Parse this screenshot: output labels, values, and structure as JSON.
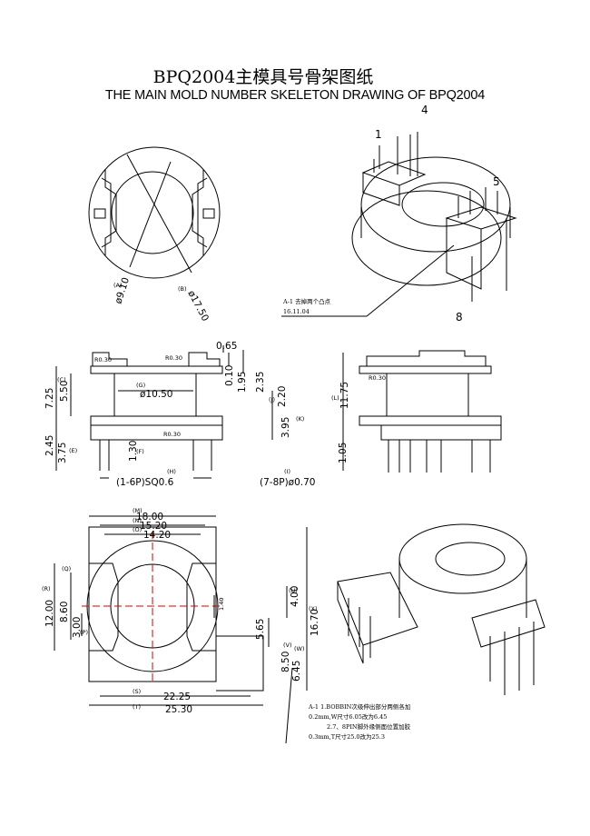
{
  "title": {
    "cn": "BPQ2004主模具号骨架图纸",
    "en": "THE MAIN MOLD NUMBER SKELETON DRAWING OF BPQ2004"
  },
  "top_view": {
    "dia_a": "ø9.10",
    "dia_b": "ø17.50",
    "ref_a": "(A)",
    "ref_b": "(B)"
  },
  "iso_top": {
    "pin1": "1",
    "pin4": "4",
    "pin5": "5",
    "pin8": "8",
    "note_line1": "A-1 去掉两个凸点",
    "note_line2": "16.11.04"
  },
  "front_view": {
    "d_065": "0.65",
    "d_010": "0.10",
    "d_195": "1.95",
    "d_235": "2.35",
    "d_725": "7.25",
    "d_550": "5.50",
    "d_1050": "ø10.50",
    "d_220": "2.20",
    "d_395": "3.95",
    "d_245": "2.45",
    "d_375": "3.75",
    "d_130": "1.30",
    "r030a": "R0.30",
    "r030b": "R0.30",
    "r030c": "R0.30",
    "ref_c": "(C)",
    "ref_g": "(G)",
    "ref_j": "(J)",
    "ref_k": "(K)",
    "ref_e": "(E)",
    "ref_f": "(F)",
    "ref_h": "(H)",
    "ref_i": "(I)",
    "pins_16": "(1-6P)SQ0.6",
    "pins_78": "(7-8P)ø0.70"
  },
  "side_view": {
    "d_1175": "11.75",
    "d_105": "1.05",
    "ref_l": "(L)",
    "r030": "R0.30"
  },
  "bottom_view": {
    "d_1800": "18.00",
    "d_1520": "15.20",
    "d_1420": "14.20",
    "d_1200": "12.00",
    "d_860": "8.60",
    "d_300": "3.00",
    "d_140": "1.40",
    "d_400": "4.00",
    "d_565": "5.65",
    "d_1670": "16.70",
    "d_850": "8.50",
    "d_645": "6.45",
    "d_2225": "22.25",
    "d_2530": "25.30",
    "ref_m": "(M)",
    "ref_n": "(N)",
    "ref_o": "(O)",
    "ref_q": "(Q)",
    "ref_r": "(R)",
    "ref_p": "(P)",
    "ref_u": "(U)",
    "ref_x": "(X)",
    "ref_v": "(V)",
    "ref_w": "(W)",
    "ref_s": "(S)",
    "ref_t": "(T)",
    "note_line1": "A-1 1.BOBBIN次级伸出部分两侧各加",
    "note_line2": "0.2mm,W尺寸6.05改为6.45",
    "note_line3": "2.7、8PIN脚外缘侧面位置加胶",
    "note_line4": "0.3mm,T尺寸25.0改为25.3"
  },
  "colors": {
    "ink": "#000000",
    "centerline": "#d40000"
  }
}
